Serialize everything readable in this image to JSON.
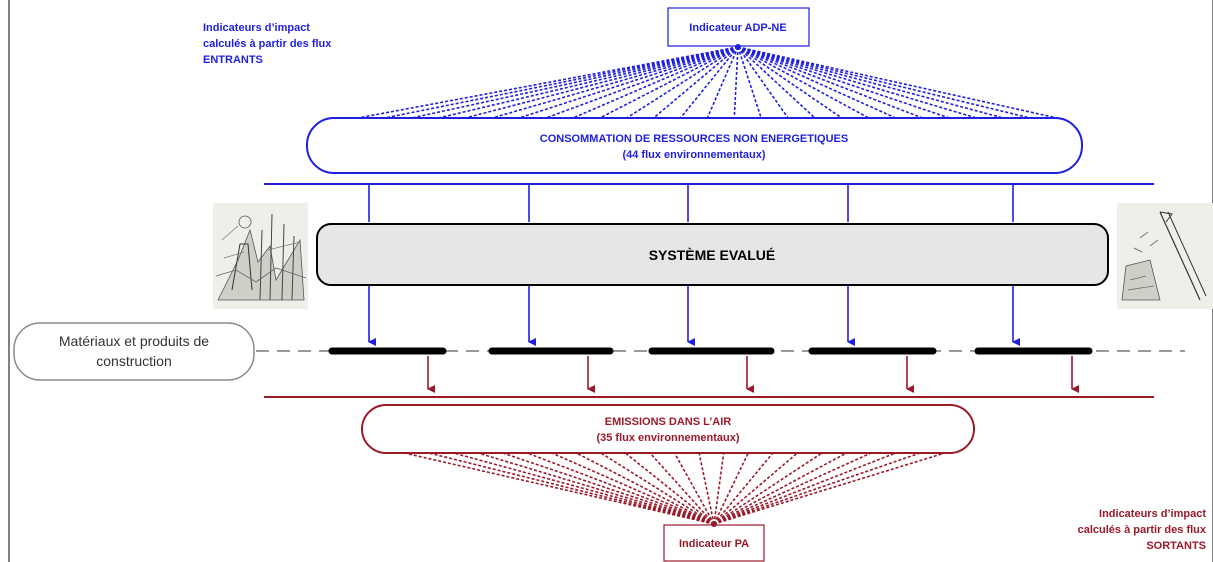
{
  "top_left_note": [
    "Indicateurs d’impact",
    "calculés à partir des flux",
    "ENTRANTS"
  ],
  "top_indicator": "Indicateur ADP-NE",
  "resources_box": [
    "CONSOMMATION DE RESSOURCES NON ENERGETIQUES",
    "(44 flux environnementaux)"
  ],
  "system_box": "SYSTÈME EVALUÉ",
  "materials_box": [
    "Matériaux et produits de",
    "construction"
  ],
  "emissions_box": [
    "EMISSIONS DANS L’AIR",
    "(35 flux environnementaux)"
  ],
  "bottom_indicator": "Indicateur PA",
  "bottom_right_note": [
    "Indicateurs d’impact",
    "calculés à partir des flux",
    "SORTANTS"
  ],
  "colors": {
    "inputs": "#1f1fe0",
    "outputs": "#9b1a2a",
    "system_fill": "#e6e6e6",
    "materials_border": "#8a8a8a"
  },
  "images": [
    "construction-sketch-left",
    "demolition-sketch-right"
  ]
}
